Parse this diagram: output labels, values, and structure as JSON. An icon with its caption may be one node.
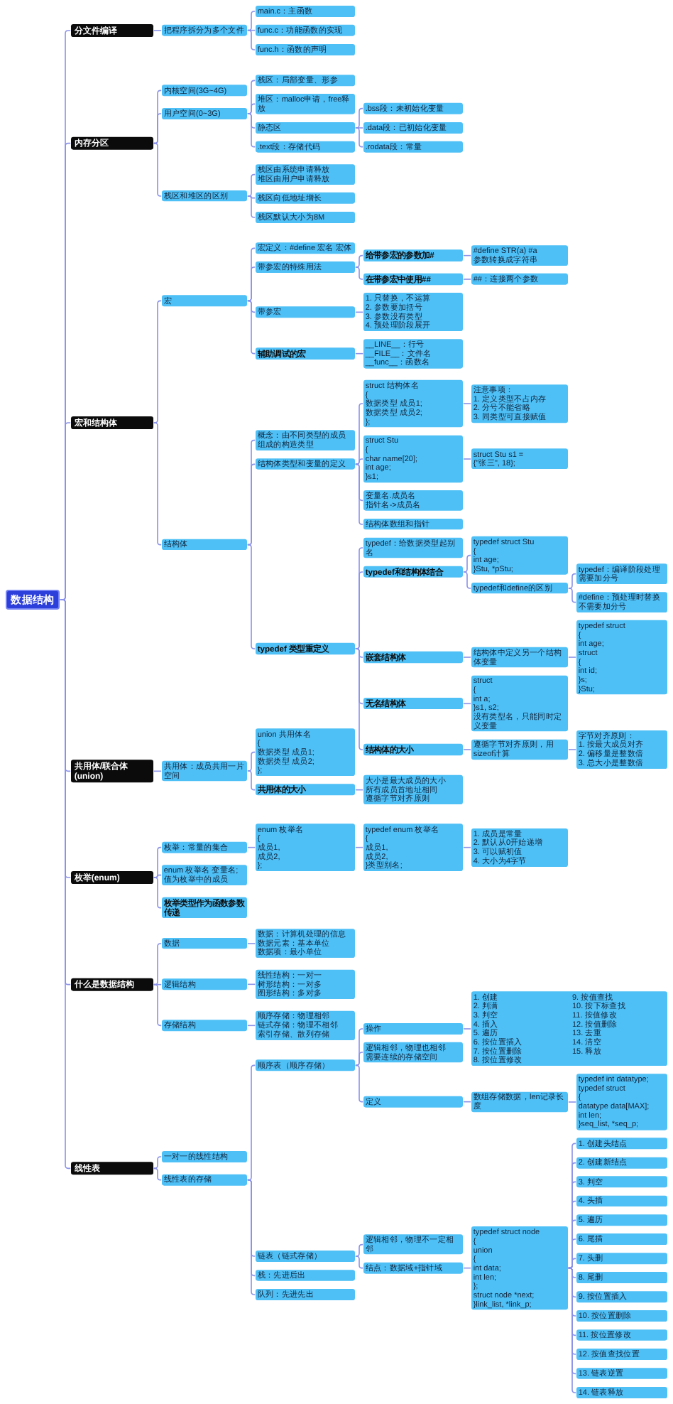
{
  "diagram": {
    "nodes": [
      {
        "text": [
          "数据结构"
        ]
      },
      {
        "text": [
          "分文件编译"
        ]
      },
      {
        "text": [
          "把程序拆分为多个文件"
        ]
      },
      {
        "text": [
          "main.c：主函数"
        ]
      },
      {
        "text": [
          "func.c：功能函数的实现"
        ]
      },
      {
        "text": [
          "func.h：函数的声明"
        ]
      },
      {
        "text": [
          "内存分区"
        ]
      },
      {
        "text": [
          "内核空间(3G~4G)"
        ]
      },
      {
        "text": [
          "用户空间(0~3G)"
        ]
      },
      {
        "text": [
          "栈区：局部变量、形参"
        ]
      },
      {
        "text": [
          "堆区：malloc申请，free释放"
        ]
      },
      {
        "text": [
          "静态区"
        ]
      },
      {
        "text": [
          ".bss段：未初始化变量"
        ]
      },
      {
        "text": [
          ".data段：已初始化变量"
        ]
      },
      {
        "text": [
          ".rodata段：常量"
        ]
      },
      {
        "text": [
          ".text段：存储代码"
        ]
      },
      {
        "text": [
          "栈区和堆区的区别"
        ]
      },
      {
        "text": [
          "栈区由系统申请释放",
          "堆区由用户申请释放"
        ]
      },
      {
        "text": [
          "栈区向低地址增长"
        ]
      },
      {
        "text": [
          "栈区默认大小为8M"
        ]
      },
      {
        "text": [
          "宏和结构体"
        ]
      },
      {
        "text": [
          "宏"
        ]
      },
      {
        "text": [
          "宏定义：#define 宏名 宏体"
        ]
      },
      {
        "text": [
          "带参宏的特殊用法"
        ]
      },
      {
        "text": [
          "给带参宏的参数加#"
        ]
      },
      {
        "text": [
          "#define STR(a) #a",
          "参数转换成字符串"
        ]
      },
      {
        "text": [
          "在带参宏中使用##"
        ]
      },
      {
        "text": [
          "##：连接两个参数"
        ]
      },
      {
        "text": [
          "带参宏"
        ]
      },
      {
        "text": [
          "1. 只替换，不运算",
          "2. 参数要加括号",
          "3. 参数没有类型",
          "4. 预处理阶段展开"
        ]
      },
      {
        "text": [
          "辅助调试的宏"
        ]
      },
      {
        "text": [
          "__LINE__：行号",
          "__FILE__：文件名",
          "__func__：函数名"
        ]
      },
      {
        "text": [
          "结构体"
        ]
      },
      {
        "text": [
          "概念：由不同类型的成员组成的构造类型"
        ]
      },
      {
        "text": [
          "结构体类型和变量的定义"
        ]
      },
      {
        "text": [
          "struct 结构体名",
          "{",
          "数据类型 成员1;",
          "数据类型 成员2;",
          "};"
        ]
      },
      {
        "text": [
          "注意事项：",
          "1. 定义类型不占内存",
          "2. 分号不能省略",
          "3. 同类型可直接赋值"
        ]
      },
      {
        "text": [
          "struct Stu",
          "{",
          "char name[20];",
          "int age;",
          "}s1;"
        ]
      },
      {
        "text": [
          "struct Stu s1 =",
          "{\"张三\", 18};"
        ]
      },
      {
        "text": [
          "变量名.成员名",
          "指针名->成员名"
        ]
      },
      {
        "text": [
          "结构体数组和指针"
        ]
      },
      {
        "text": [
          "typedef 类型重定义"
        ]
      },
      {
        "text": [
          "typedef：给数据类型起别名"
        ]
      },
      {
        "text": [
          "typedef和结构体结合"
        ]
      },
      {
        "text": [
          "typedef struct Stu",
          "{",
          "int age;",
          "}Stu, *pStu;"
        ]
      },
      {
        "text": [
          "typedef和define的区别"
        ]
      },
      {
        "text": [
          "typedef：编译阶段处理",
          "需要加分号"
        ]
      },
      {
        "text": [
          "#define：预处理时替换",
          "不需要加分号"
        ]
      },
      {
        "text": [
          "嵌套结构体"
        ]
      },
      {
        "text": [
          "结构体中定义另一个结构体变量"
        ]
      },
      {
        "text": [
          "typedef struct",
          "{",
          "int age;",
          "struct",
          "{",
          "int id;",
          "}s;",
          "}Stu;"
        ]
      },
      {
        "text": [
          "无名结构体"
        ]
      },
      {
        "text": [
          "struct",
          "{",
          "int a;",
          "}s1, s2;",
          "没有类型名，只能同时定义变量"
        ]
      },
      {
        "text": [
          "结构体的大小"
        ]
      },
      {
        "text": [
          "遵循字节对齐原则，用sizeof计算"
        ]
      },
      {
        "text": [
          "字节对齐原则：",
          "1. 按最大成员对齐",
          "2. 偏移量是整数倍",
          "3. 总大小是整数倍"
        ]
      },
      {
        "text": [
          "共用体/联合体 (union)"
        ]
      },
      {
        "text": [
          "共用体：成员共用一片空间"
        ]
      },
      {
        "text": [
          "union 共用体名",
          "{",
          "数据类型 成员1;",
          "数据类型 成员2;",
          "};"
        ]
      },
      {
        "text": [
          "共用体的大小"
        ]
      },
      {
        "text": [
          "大小是最大成员的大小",
          "所有成员首地址相同",
          "遵循字节对齐原则"
        ]
      },
      {
        "text": [
          "枚举(enum)"
        ]
      },
      {
        "text": [
          "枚举：常量的集合"
        ]
      },
      {
        "text": [
          "enum 枚举名",
          "{",
          "成员1,",
          "成员2,",
          "};"
        ]
      },
      {
        "text": [
          "typedef enum 枚举名",
          "{",
          "成员1,",
          "成员2,",
          "}类型别名;"
        ]
      },
      {
        "text": [
          "1. 成员是常量",
          "2. 默认从0开始递增",
          "3. 可以赋初值",
          "4. 大小为4字节"
        ]
      },
      {
        "text": [
          "enum 枚举名 变量名;",
          "值为枚举中的成员"
        ]
      },
      {
        "text": [
          "枚举类型作为函数参数传递"
        ]
      },
      {
        "text": [
          "什么是数据结构"
        ]
      },
      {
        "text": [
          "数据"
        ]
      },
      {
        "text": [
          "数据：计算机处理的信息",
          "数据元素：基本单位",
          "数据项：最小单位"
        ]
      },
      {
        "text": [
          "逻辑结构"
        ]
      },
      {
        "text": [
          "线性结构：一对一",
          "树形结构：一对多",
          "图形结构：多对多"
        ]
      },
      {
        "text": [
          "存储结构"
        ]
      },
      {
        "text": [
          "顺序存储：物理相邻",
          "链式存储：物理不相邻",
          "索引存储、散列存储"
        ]
      },
      {
        "text": [
          "线性表"
        ]
      },
      {
        "text": [
          "一对一的线性结构"
        ]
      },
      {
        "text": [
          "线性表的存储"
        ]
      },
      {
        "text": [
          "顺序表（顺序存储）"
        ]
      },
      {
        "text": [
          "操作"
        ]
      },
      {
        "text": [
          "1. 创建",
          "2. 判满",
          "3. 判空",
          "4. 插入",
          "5. 遍历",
          "6. 按位置插入",
          "7. 按位置删除",
          "8. 按位置修改",
          "9. 按值查找",
          "10. 按下标查找",
          "11. 按值修改",
          "12. 按值删除",
          "13. 去重",
          "14. 清空",
          "15. 释放"
        ]
      },
      {
        "text": [
          "逻辑相邻，物理也相邻",
          "需要连续的存储空间"
        ]
      },
      {
        "text": [
          "定义"
        ]
      },
      {
        "text": [
          "数组存储数据，len记录长度"
        ]
      },
      {
        "text": [
          "typedef int datatype;",
          "typedef struct",
          "{",
          "datatype data[MAX];",
          "int len;",
          "}seq_list, *seq_p;"
        ]
      },
      {
        "text": [
          "链表（链式存储）"
        ]
      },
      {
        "text": [
          "逻辑相邻，物理不一定相邻"
        ]
      },
      {
        "text": [
          "结点：数据域+指针域"
        ]
      },
      {
        "text": [
          "typedef struct node",
          "{",
          "union",
          "{",
          "int data;",
          "int len;",
          "};",
          "struct node *next;",
          "}link_list, *link_p;"
        ]
      },
      {
        "text": [
          "1. 创建头结点"
        ]
      },
      {
        "text": [
          "2. 创建新结点"
        ]
      },
      {
        "text": [
          "3. 判空"
        ]
      },
      {
        "text": [
          "4. 头插"
        ]
      },
      {
        "text": [
          "5. 遍历"
        ]
      },
      {
        "text": [
          "6. 尾插"
        ]
      },
      {
        "text": [
          "7. 头删"
        ]
      },
      {
        "text": [
          "8. 尾删"
        ]
      },
      {
        "text": [
          "9. 按位置插入"
        ]
      },
      {
        "text": [
          "10. 按位置删除"
        ]
      },
      {
        "text": [
          "11. 按位置修改"
        ]
      },
      {
        "text": [
          "12. 按值查找位置"
        ]
      },
      {
        "text": [
          "13. 链表逆置"
        ]
      },
      {
        "text": [
          "14. 链表释放"
        ]
      },
      {
        "text": [
          "栈：先进后出"
        ]
      },
      {
        "text": [
          "队列：先进先出"
        ]
      }
    ],
    "edges": [
      {
        "from": 0,
        "to": 1,
        "arrow": "none"
      },
      {
        "from": 1,
        "to": 2,
        "arrow": "none"
      },
      {
        "from": 2,
        "to": 3,
        "arrow": "none"
      },
      {
        "from": 2,
        "to": 4,
        "arrow": "none"
      },
      {
        "from": 2,
        "to": 5,
        "arrow": "none"
      },
      {
        "from": 0,
        "to": 6,
        "arrow": "none"
      },
      {
        "from": 6,
        "to": 7,
        "arrow": "none"
      },
      {
        "from": 6,
        "to": 8,
        "arrow": "none"
      },
      {
        "from": 8,
        "to": 9,
        "arrow": "none"
      },
      {
        "from": 8,
        "to": 10,
        "arrow": "none"
      },
      {
        "from": 8,
        "to": 11,
        "arrow": "none"
      },
      {
        "from": 11,
        "to": 12,
        "arrow": "none"
      },
      {
        "from": 11,
        "to": 13,
        "arrow": "none"
      },
      {
        "from": 11,
        "to": 14,
        "arrow": "none"
      },
      {
        "from": 8,
        "to": 15,
        "arrow": "none"
      },
      {
        "from": 6,
        "to": 16,
        "arrow": "none"
      },
      {
        "from": 16,
        "to": 17,
        "arrow": "none"
      },
      {
        "from": 16,
        "to": 18,
        "arrow": "none"
      },
      {
        "from": 16,
        "to": 19,
        "arrow": "none"
      },
      {
        "from": 0,
        "to": 20,
        "arrow": "none"
      },
      {
        "from": 20,
        "to": 21,
        "arrow": "none"
      },
      {
        "from": 21,
        "to": 22,
        "arrow": "none"
      },
      {
        "from": 21,
        "to": 23,
        "arrow": "none"
      },
      {
        "from": 23,
        "to": 24,
        "arrow": "none"
      },
      {
        "from": 24,
        "to": 25,
        "arrow": "none"
      },
      {
        "from": 23,
        "to": 26,
        "arrow": "none"
      },
      {
        "from": 26,
        "to": 27,
        "arrow": "none"
      },
      {
        "from": 21,
        "to": 28,
        "arrow": "none"
      },
      {
        "from": 28,
        "to": 29,
        "arrow": "none"
      },
      {
        "from": 21,
        "to": 30,
        "arrow": "none"
      },
      {
        "from": 30,
        "to": 31,
        "arrow": "none"
      },
      {
        "from": 20,
        "to": 32,
        "arrow": "none"
      },
      {
        "from": 32,
        "to": 33,
        "arrow": "none"
      },
      {
        "from": 32,
        "to": 34,
        "arrow": "none"
      },
      {
        "from": 34,
        "to": 35,
        "arrow": "none"
      },
      {
        "from": 35,
        "to": 36,
        "arrow": "none"
      },
      {
        "from": 34,
        "to": 37,
        "arrow": "none"
      },
      {
        "from": 37,
        "to": 38,
        "arrow": "none"
      },
      {
        "from": 34,
        "to": 39,
        "arrow": "none"
      },
      {
        "from": 34,
        "to": 40,
        "arrow": "none"
      },
      {
        "from": 32,
        "to": 41,
        "arrow": "none"
      },
      {
        "from": 41,
        "to": 42,
        "arrow": "none"
      },
      {
        "from": 41,
        "to": 43,
        "arrow": "none"
      },
      {
        "from": 43,
        "to": 44,
        "arrow": "none"
      },
      {
        "from": 43,
        "to": 45,
        "arrow": "none"
      },
      {
        "from": 45,
        "to": 46,
        "arrow": "none"
      },
      {
        "from": 45,
        "to": 47,
        "arrow": "none"
      },
      {
        "from": 41,
        "to": 48,
        "arrow": "none"
      },
      {
        "from": 48,
        "to": 49,
        "arrow": "none"
      },
      {
        "from": 49,
        "to": 50,
        "arrow": "none"
      },
      {
        "from": 41,
        "to": 51,
        "arrow": "none"
      },
      {
        "from": 51,
        "to": 52,
        "arrow": "none"
      },
      {
        "from": 41,
        "to": 53,
        "arrow": "none"
      },
      {
        "from": 53,
        "to": 54,
        "arrow": "none"
      },
      {
        "from": 54,
        "to": 55,
        "arrow": "none"
      },
      {
        "from": 0,
        "to": 56,
        "arrow": "none"
      },
      {
        "from": 56,
        "to": 57,
        "arrow": "none"
      },
      {
        "from": 57,
        "to": 58,
        "arrow": "none"
      },
      {
        "from": 57,
        "to": 59,
        "arrow": "none"
      },
      {
        "from": 59,
        "to": 60,
        "arrow": "none"
      },
      {
        "from": 0,
        "to": 61,
        "arrow": "none"
      },
      {
        "from": 61,
        "to": 62,
        "arrow": "none"
      },
      {
        "from": 62,
        "to": 63,
        "arrow": "none"
      },
      {
        "from": 63,
        "to": 64,
        "arrow": "none"
      },
      {
        "from": 64,
        "to": 65,
        "arrow": "none"
      },
      {
        "from": 61,
        "to": 66,
        "arrow": "none"
      },
      {
        "from": 61,
        "to": 67,
        "arrow": "none"
      },
      {
        "from": 0,
        "to": 68,
        "arrow": "none"
      },
      {
        "from": 68,
        "to": 69,
        "arrow": "none"
      },
      {
        "from": 69,
        "to": 70,
        "arrow": "none"
      },
      {
        "from": 68,
        "to": 71,
        "arrow": "none"
      },
      {
        "from": 71,
        "to": 72,
        "arrow": "none"
      },
      {
        "from": 68,
        "to": 73,
        "arrow": "none"
      },
      {
        "from": 73,
        "to": 74,
        "arrow": "none"
      },
      {
        "from": 0,
        "to": 75,
        "arrow": "none"
      },
      {
        "from": 75,
        "to": 76,
        "arrow": "none"
      },
      {
        "from": 75,
        "to": 77,
        "arrow": "none"
      },
      {
        "from": 77,
        "to": 78,
        "arrow": "none"
      },
      {
        "from": 78,
        "to": 79,
        "arrow": "none"
      },
      {
        "from": 79,
        "to": 80,
        "arrow": "none"
      },
      {
        "from": 78,
        "to": 81,
        "arrow": "none"
      },
      {
        "from": 78,
        "to": 82,
        "arrow": "none"
      },
      {
        "from": 82,
        "to": 83,
        "arrow": "none"
      },
      {
        "from": 83,
        "to": 84,
        "arrow": "none"
      },
      {
        "from": 77,
        "to": 85,
        "arrow": "none"
      },
      {
        "from": 85,
        "to": 86,
        "arrow": "none"
      },
      {
        "from": 85,
        "to": 87,
        "arrow": "none"
      },
      {
        "from": 87,
        "to": 88,
        "arrow": "none"
      },
      {
        "from": 88,
        "to": 89,
        "arrow": "none"
      },
      {
        "from": 88,
        "to": 90,
        "arrow": "none"
      },
      {
        "from": 88,
        "to": 91,
        "arrow": "none"
      },
      {
        "from": 88,
        "to": 92,
        "arrow": "none"
      },
      {
        "from": 88,
        "to": 93,
        "arrow": "none"
      },
      {
        "from": 88,
        "to": 94,
        "arrow": "none"
      },
      {
        "from": 88,
        "to": 95,
        "arrow": "none"
      },
      {
        "from": 88,
        "to": 96,
        "arrow": "none"
      },
      {
        "from": 88,
        "to": 97,
        "arrow": "none"
      },
      {
        "from": 88,
        "to": 98,
        "arrow": "none"
      },
      {
        "from": 88,
        "to": 99,
        "arrow": "none"
      },
      {
        "from": 88,
        "to": 100,
        "arrow": "none"
      },
      {
        "from": 88,
        "to": 101,
        "arrow": "none"
      },
      {
        "from": 88,
        "to": 102,
        "arrow": "none"
      },
      {
        "from": 77,
        "to": 103,
        "arrow": "none"
      },
      {
        "from": 77,
        "to": 104,
        "arrow": "none"
      }
    ]
  }
}
